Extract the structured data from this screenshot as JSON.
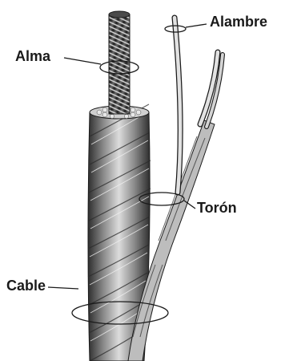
{
  "labels": {
    "alambre": "Alambre",
    "alma": "Alma",
    "toron": "Torón",
    "cable": "Cable"
  },
  "colors": {
    "ink": "#1a1a1a",
    "steel_light": "#e6e6e6",
    "steel_mid": "#9a9a9a",
    "steel_dark": "#3a3a3a",
    "background": "#ffffff"
  }
}
